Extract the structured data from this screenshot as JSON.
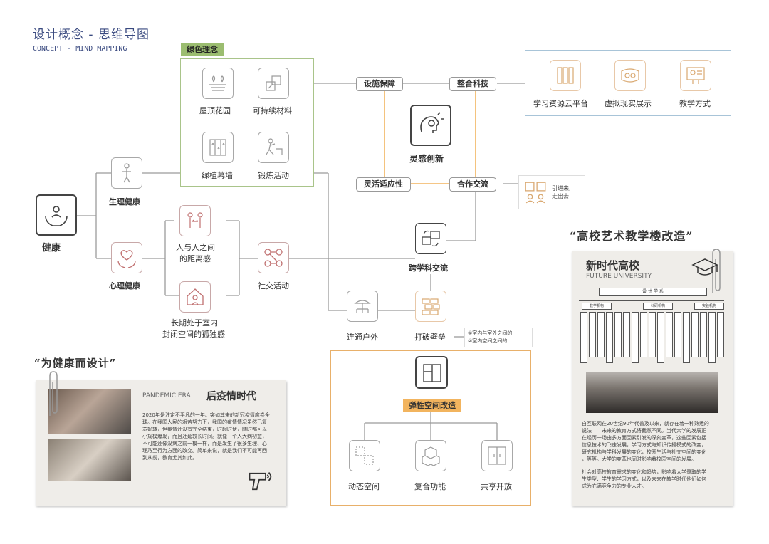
{
  "header": {
    "title": "设计概念 - 思维导图",
    "subtitle": "CONCEPT - MIND MAPPING"
  },
  "health": {
    "label": "健康",
    "physical": {
      "label": "生理健康"
    },
    "mental": {
      "label": "心理健康"
    }
  },
  "green_concept": {
    "tag": "绿色理念",
    "items": [
      {
        "label": "屋顶花园"
      },
      {
        "label": "可持续材料"
      },
      {
        "label": "绿植幕墙"
      },
      {
        "label": "锻炼活动"
      }
    ]
  },
  "distance": {
    "line1": "人与人之间",
    "line2": "的距离感"
  },
  "isolation": {
    "line1": "长期处于室内",
    "line2": "封闭空间的孤独感"
  },
  "social": {
    "label": "社交活动"
  },
  "core": {
    "label": "灵感创新"
  },
  "pills": {
    "facility": "设施保障",
    "tech": "整合科技",
    "adapt": "灵活适应性",
    "cooperate": "合作交流"
  },
  "tech_items": [
    {
      "label": "学习资源云平台"
    },
    {
      "label": "虚拟现实展示"
    },
    {
      "label": "教学方式"
    }
  ],
  "cooperate_note": {
    "line1": "引进来,",
    "line2": "走出去"
  },
  "interdisciplinary": {
    "label": "跨学科交流"
  },
  "outdoor": {
    "label": "连通户外"
  },
  "break_wall": {
    "label": "打破壁垒",
    "note1": "①室内与室外之间的",
    "note2": "②室内空间之间的"
  },
  "flexible": {
    "tag": "弹性空间改造",
    "items": [
      {
        "label": "动态空间"
      },
      {
        "label": "复合功能"
      },
      {
        "label": "共享开放"
      }
    ]
  },
  "left_card": {
    "quote": "“为健康而设计”",
    "era_en": "PANDEMIC ERA",
    "era_cn": "后疫情时代",
    "body": [
      "2020年是注定不平凡的一年。突如其来的新冠疫情席卷全",
      "球。在我国人民的艰苦努力下，我国的疫情情况虽然已复",
      "苏好转，但疫情还没有完全结束，时起时伏，随时都可以",
      "小规模爆发，而且迁延较长时间。就像一个人大病初愈，",
      "不可能还像没病之前一模一样，而是发生了很多生理、心",
      "理乃至行为方面的改变。简单来说，就是我们不可能再回",
      "到从前，教育尤其如此。"
    ]
  },
  "right_card": {
    "quote": "“高校艺术教学楼改造”",
    "title_cn": "新时代高校",
    "title_en": "FUTURE UNIVERSITY",
    "org_root": "设 计 学 系",
    "org_groups": [
      "教学机构",
      "科研机构",
      "实验机构"
    ],
    "body1": [
      "自互联网在20世纪90年代普及以来，就存在着一种熟悉的",
      "说法——未来的教育方式将截然不同。当代大学的发展正",
      "在经历一场由多方面因素引发的深刻变革，这些因素包括",
      "信息技术的飞速发展，学习方式与知识传播模式的改变，",
      "研究机构与学科发展的变化，校园生活与社交空间的变化",
      "，等等。大学的变革也同时影响着校园空间的发展。"
    ],
    "body2": [
      "社会对高校教育需求的变化和趋势，影响着大学录取的学",
      "生类型、学生的学习方式，以及未来在教学时代他们如何",
      "成为充满竞争力的专业人才。"
    ]
  },
  "colors": {
    "green": "#9bbd70",
    "orange": "#f2b45e",
    "blue_frame": "#a8c4d8",
    "title_blue": "#3a4a80"
  }
}
